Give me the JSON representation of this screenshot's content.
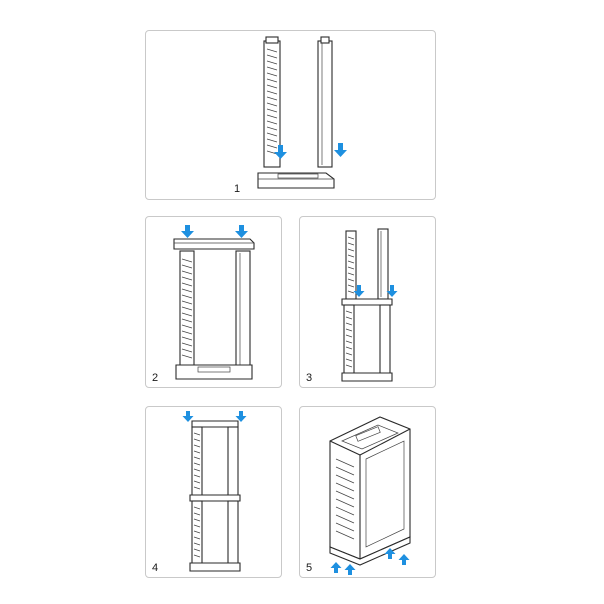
{
  "steps": [
    {
      "number": "1"
    },
    {
      "number": "2"
    },
    {
      "number": "3"
    },
    {
      "number": "4"
    },
    {
      "number": "5"
    }
  ],
  "colors": {
    "arrow": "#1e90e0",
    "line": "#2a2a2a",
    "panel_border": "#c9c9c9"
  },
  "icons": [
    "arrow-down-icon",
    "arrow-up-icon"
  ]
}
